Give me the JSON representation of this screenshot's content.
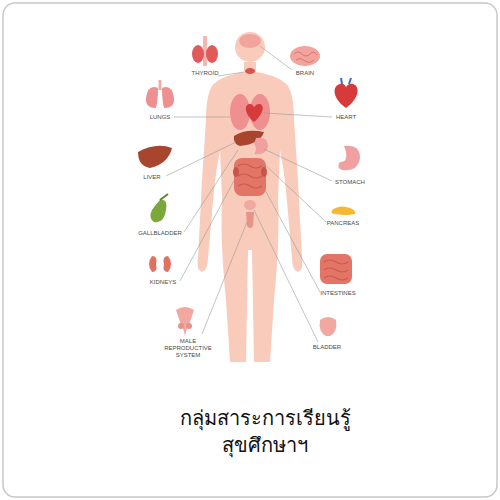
{
  "diagram": {
    "caption": "กลุ่มสาระการเรียนรู้ สุขศึกษาฯ",
    "labels": [
      "THYROID",
      "BRAIN",
      "LUNGS",
      "HEART",
      "LIVER",
      "STOMACH",
      "GALLBLADDER",
      "PANCREAS",
      "KIDNEYS",
      "INTESTINES",
      "MALE REPRODUCTIVE SYSTEM",
      "BLADDER"
    ]
  }
}
